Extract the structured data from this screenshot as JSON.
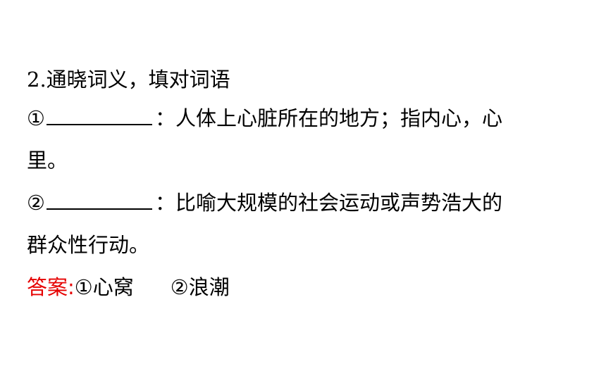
{
  "question": {
    "title": "2.通晓词义，填对词语",
    "item1": {
      "marker": "①",
      "text_line1": "：人体上心脏所在的地方；指内心，心",
      "text_line2": "里。"
    },
    "item2": {
      "marker": "②",
      "text_line1": "：比喻大规模的社会运动或声势浩大的",
      "text_line2": "群众性行动。"
    }
  },
  "answer": {
    "label": "答案:",
    "first": "①心窝",
    "second": "②浪潮"
  },
  "colors": {
    "answer_label": "#e60000",
    "text": "#000000"
  }
}
